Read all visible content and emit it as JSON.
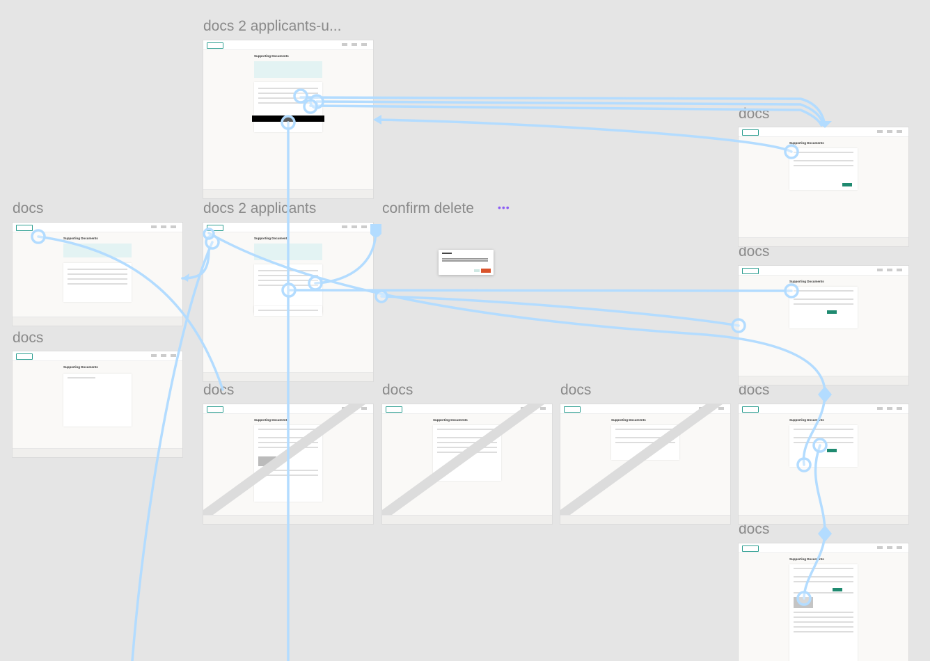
{
  "canvas": {
    "background": "#e5e5e5",
    "wire_color": "#b3dcff"
  },
  "frames": [
    {
      "label": "docs 2 applicants-u...",
      "title": "Supporting Documents"
    },
    {
      "label": "docs",
      "title": "Supporting Documents"
    },
    {
      "label": "docs",
      "title": "Supporting Documents"
    },
    {
      "label": "docs 2 applicants",
      "title": "Supporting Documents"
    },
    {
      "label": "docs",
      "title": "Supporting Documents"
    },
    {
      "label": "docs",
      "title": "Supporting Documents"
    },
    {
      "label": "docs",
      "title": "Supporting Documents"
    },
    {
      "label": "docs",
      "title": "Supporting Documents"
    },
    {
      "label": "docs",
      "title": "Supporting Documents"
    },
    {
      "label": "docs",
      "title": "Supporting Documents"
    },
    {
      "label": "docs",
      "title": "Supporting Documents"
    }
  ],
  "confirm_delete": {
    "label": "confirm delete",
    "more_icon": "more-dots-icon"
  },
  "colors": {
    "brand": "#1f8a70",
    "danger": "#d9532b",
    "info_bg": "#e3f3f3"
  }
}
